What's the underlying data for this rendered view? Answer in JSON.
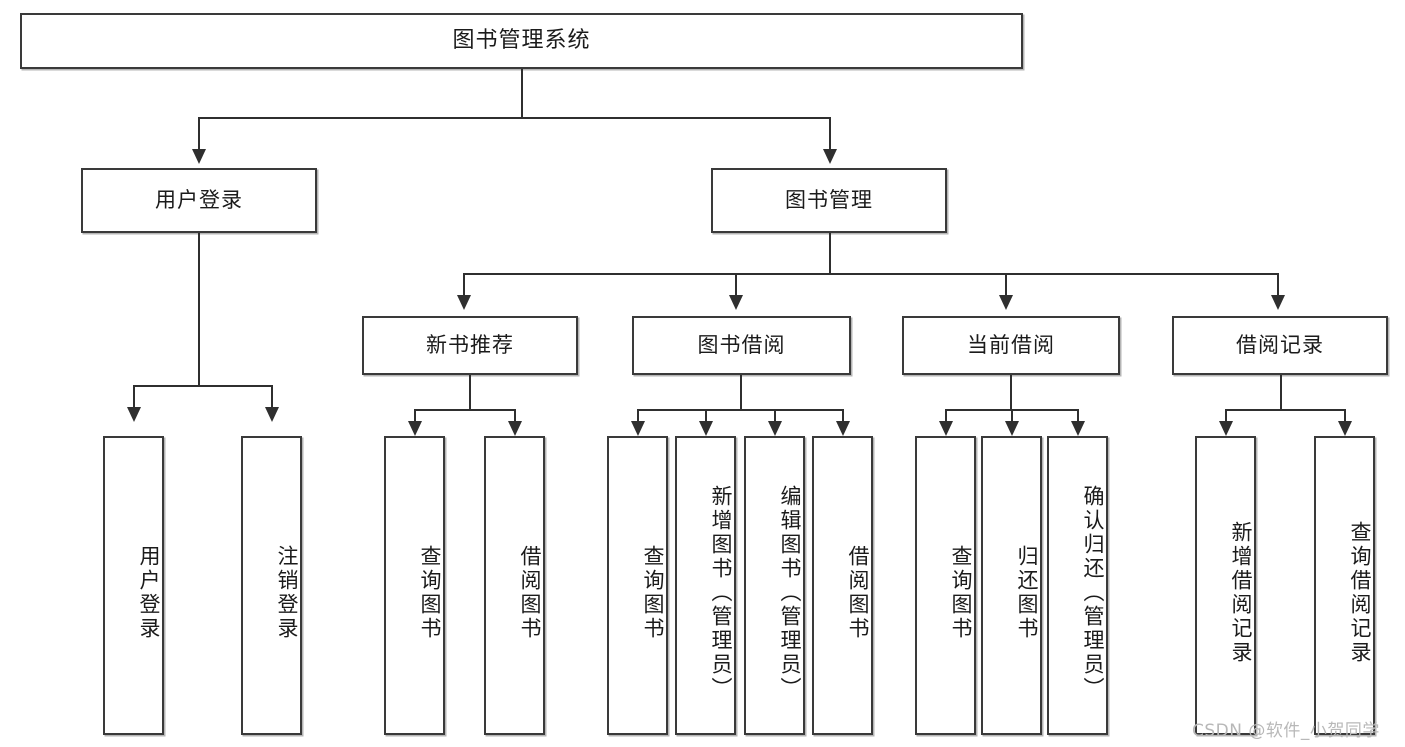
{
  "diagram": {
    "title": "图书管理系统",
    "watermark": "CSDN @软件_小贺同学",
    "colors": {
      "box_border": "#3a3a3a",
      "connector": "#2f2f2f",
      "background": "#ffffff",
      "text": "#1b1b1b",
      "watermark": "#b8b8b8"
    },
    "root": {
      "label": "图书管理系统"
    },
    "level2": [
      {
        "label": "用户登录"
      },
      {
        "label": "图书管理"
      }
    ],
    "level3": [
      {
        "label": "新书推荐"
      },
      {
        "label": "图书借阅"
      },
      {
        "label": "当前借阅"
      },
      {
        "label": "借阅记录"
      }
    ],
    "leaves": {
      "user_login": [
        {
          "label": "用户登录"
        },
        {
          "label": "注销登录"
        }
      ],
      "new_book_recommend": [
        {
          "label": "查询图书"
        },
        {
          "label": "借阅图书"
        }
      ],
      "book_borrow": [
        {
          "label": "查询图书"
        },
        {
          "label": "新增图书（管理员）"
        },
        {
          "label": "编辑图书（管理员）"
        },
        {
          "label": "借阅图书"
        }
      ],
      "current_borrow": [
        {
          "label": "查询图书"
        },
        {
          "label": "归还图书"
        },
        {
          "label": "确认归还（管理员）"
        }
      ],
      "borrow_record": [
        {
          "label": "新增借阅记录"
        },
        {
          "label": "查询借阅记录"
        }
      ]
    }
  }
}
